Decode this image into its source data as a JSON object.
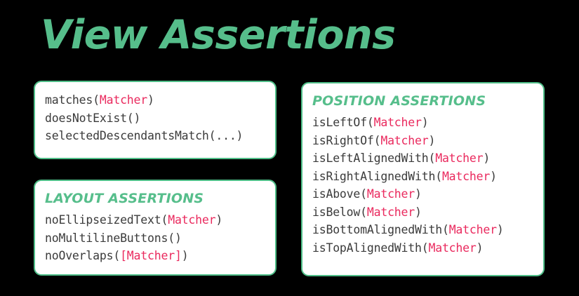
{
  "slide": {
    "title": "View Assertions",
    "background_color": "#000000",
    "accent_green": "#56BE8B",
    "arg_pink": "#EA2A5E",
    "text_gray": "#3B3B3B",
    "card_background": "#FFFFFF"
  },
  "cards": [
    {
      "id": "view-matchers",
      "header": null,
      "items": [
        {
          "plain_before": "matches(",
          "arg": "Matcher",
          "plain_after": ")"
        },
        {
          "plain_before": "doesNotExist()",
          "arg": "",
          "plain_after": ""
        },
        {
          "plain_before": "selectedDescendantsMatch(...)",
          "arg": "",
          "plain_after": ""
        }
      ]
    },
    {
      "id": "layout-assertions",
      "header": "LAYOUT ASSERTIONS",
      "items": [
        {
          "plain_before": "noEllipseizedText(",
          "arg": "Matcher",
          "plain_after": ")"
        },
        {
          "plain_before": "noMultilineButtons()",
          "arg": "",
          "plain_after": ""
        },
        {
          "plain_before": "noOverlaps(",
          "arg": "[Matcher]",
          "plain_after": ")"
        }
      ]
    },
    {
      "id": "position-assertions",
      "header": "POSITION ASSERTIONS",
      "items": [
        {
          "plain_before": "isLeftOf(",
          "arg": "Matcher",
          "plain_after": ")"
        },
        {
          "plain_before": "isRightOf(",
          "arg": "Matcher",
          "plain_after": ")"
        },
        {
          "plain_before": "isLeftAlignedWith(",
          "arg": "Matcher",
          "plain_after": ")"
        },
        {
          "plain_before": "isRightAlignedWith(",
          "arg": "Matcher",
          "plain_after": ")"
        },
        {
          "plain_before": "isAbove(",
          "arg": "Matcher",
          "plain_after": ")"
        },
        {
          "plain_before": "isBelow(",
          "arg": "Matcher",
          "plain_after": ")"
        },
        {
          "plain_before": "isBottomAlignedWith(",
          "arg": "Matcher",
          "plain_after": ")"
        },
        {
          "plain_before": "isTopAlignedWith(",
          "arg": "Matcher",
          "plain_after": ")"
        }
      ]
    }
  ]
}
